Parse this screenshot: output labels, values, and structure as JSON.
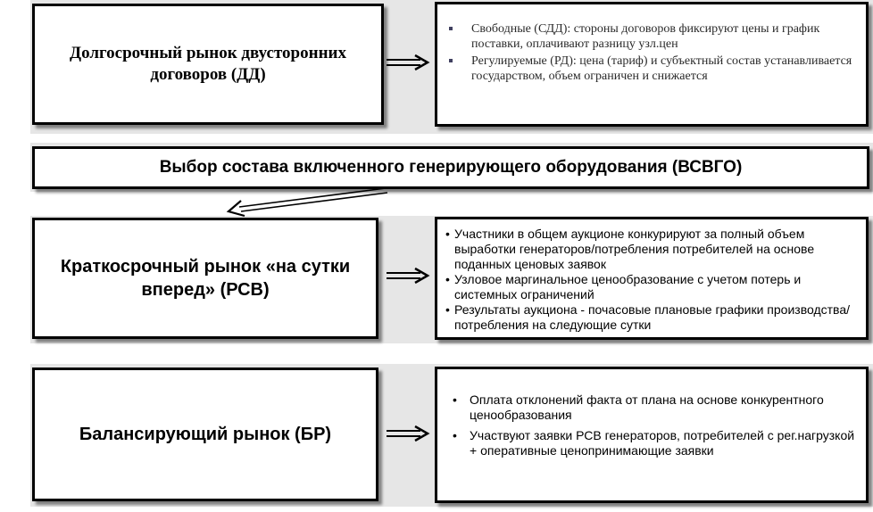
{
  "dd": {
    "title": "Долгосрочный рынок двусторонних договоров (ДД)",
    "bullets": [
      "Свободные (СДД): стороны договоров фиксируют цены и график поставки, оплачивают разницу узл.цен",
      "Регулируемые (РД): цена (тариф) и субъектный состав устанавливается государством, объем ограничен и снижается"
    ]
  },
  "vsvgo": {
    "title": "Выбор состава включенного генерирующего оборудования (ВСВГО)"
  },
  "rsv": {
    "title": "Краткосрочный рынок «на сутки вперед» (РСВ)",
    "bullets": [
      "Участники в общем аукционе конкурируют за полный объем выработки генераторов/потребления потребителей на основе поданных ценовых заявок",
      "Узловое маргинальное ценообразование с учетом потерь и системных ограничений",
      "Результаты аукциона - почасовые плановые графики производства/потребления на следующие сутки"
    ]
  },
  "br": {
    "title": "Балансирующий рынок (БР)",
    "bullets": [
      "Оплата отклонений факта от плана на основе конкурентного ценообразования",
      "Участвуют заявки РСВ генераторов, потребителей с рег.нагрузкой + оперативные ценопринимающие заявки"
    ]
  },
  "bullet_symbol": "•",
  "colors": {
    "border": "#000000",
    "band": "#e6e6e6",
    "background": "#ffffff"
  }
}
